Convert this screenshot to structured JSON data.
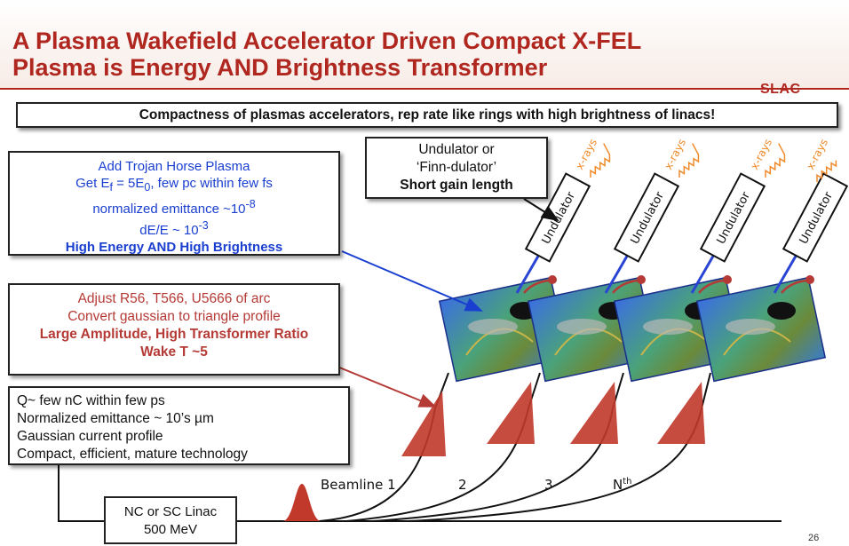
{
  "header": {
    "title_line1": "A Plasma Wakefield Accelerator Driven Compact X-FEL",
    "title_line2": "Plasma is Energy AND Brightness Transformer",
    "logo": "SLAC"
  },
  "banner": "Compactness of plasmas accelerators, rep rate like rings with high brightness of linacs!",
  "trojan_box": {
    "line1": "Add Trojan Horse Plasma",
    "line2_prefix": "Get E",
    "line2_sub1": "f",
    "line2_mid": " = 5E",
    "line2_sub2": "0",
    "line2_suffix": ", few pc within few fs",
    "line3_prefix": "normalized emittance ~10",
    "line3_sup": "-8",
    "line4_prefix": "dE/E ~ 10",
    "line4_sup": "-3",
    "line5": "High Energy AND High Brightness",
    "color": "#1a3fd0"
  },
  "arc_box": {
    "line1": "Adjust R56, T566, U5666 of arc",
    "line2": "Convert gaussian to triangle profile",
    "line3": "Large Amplitude, High Transformer Ratio",
    "line4": "Wake T ~5",
    "color": "#b53a35"
  },
  "linac_info_box": {
    "line1": "Q~ few nC within few ps",
    "line2": "Normalized emittance ~ 10’s µm",
    "line3": "Gaussian current profile",
    "line4": "Compact, efficient, mature technology"
  },
  "undulator_box": {
    "line1": "Undulator or",
    "line2": "‘Finn-dulator’",
    "line3": "Short gain length"
  },
  "linac_box": {
    "line1": "NC or SC Linac",
    "line2": "500 MeV"
  },
  "beamlines": {
    "label1": "Beamline 1",
    "label2": "2",
    "label3": "3",
    "label4_base": "N",
    "label4_sup": "th"
  },
  "undulator_label": "Undulator",
  "xray_label": "x-rays",
  "page_number": "26",
  "colors": {
    "title": "#b0271f",
    "xray": "#f08a2a",
    "bunch": "#c0392b",
    "beamline_blue": "#2a44d4"
  }
}
